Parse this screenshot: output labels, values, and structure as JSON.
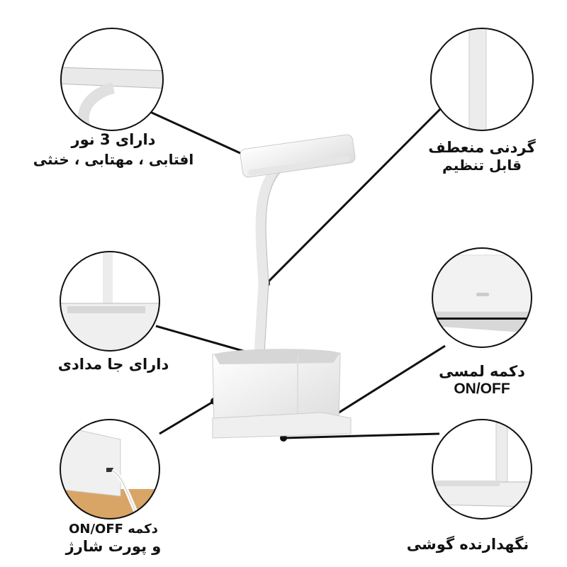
{
  "features": {
    "three_lights": {
      "line1": "دارای 3 نور",
      "line2": "افتابی ، مهتابی ، خنثی"
    },
    "flexible_neck": {
      "line1": "گردنی منعطف",
      "line2": "قابل تنظیم"
    },
    "pen_holder": {
      "line1": "دارای جا مدادی"
    },
    "touch_button": {
      "line1": "دکمه لمسی",
      "line2": "ON/OFF"
    },
    "charging_port": {
      "line1": "دکمه ON/OFF",
      "line2": "و پورت شارژ"
    },
    "phone_holder": {
      "line1": "نگهدارنده گوشی"
    }
  },
  "colors": {
    "product": "#f4f4f4",
    "outline": "#111111",
    "wood": "#d9a566"
  }
}
